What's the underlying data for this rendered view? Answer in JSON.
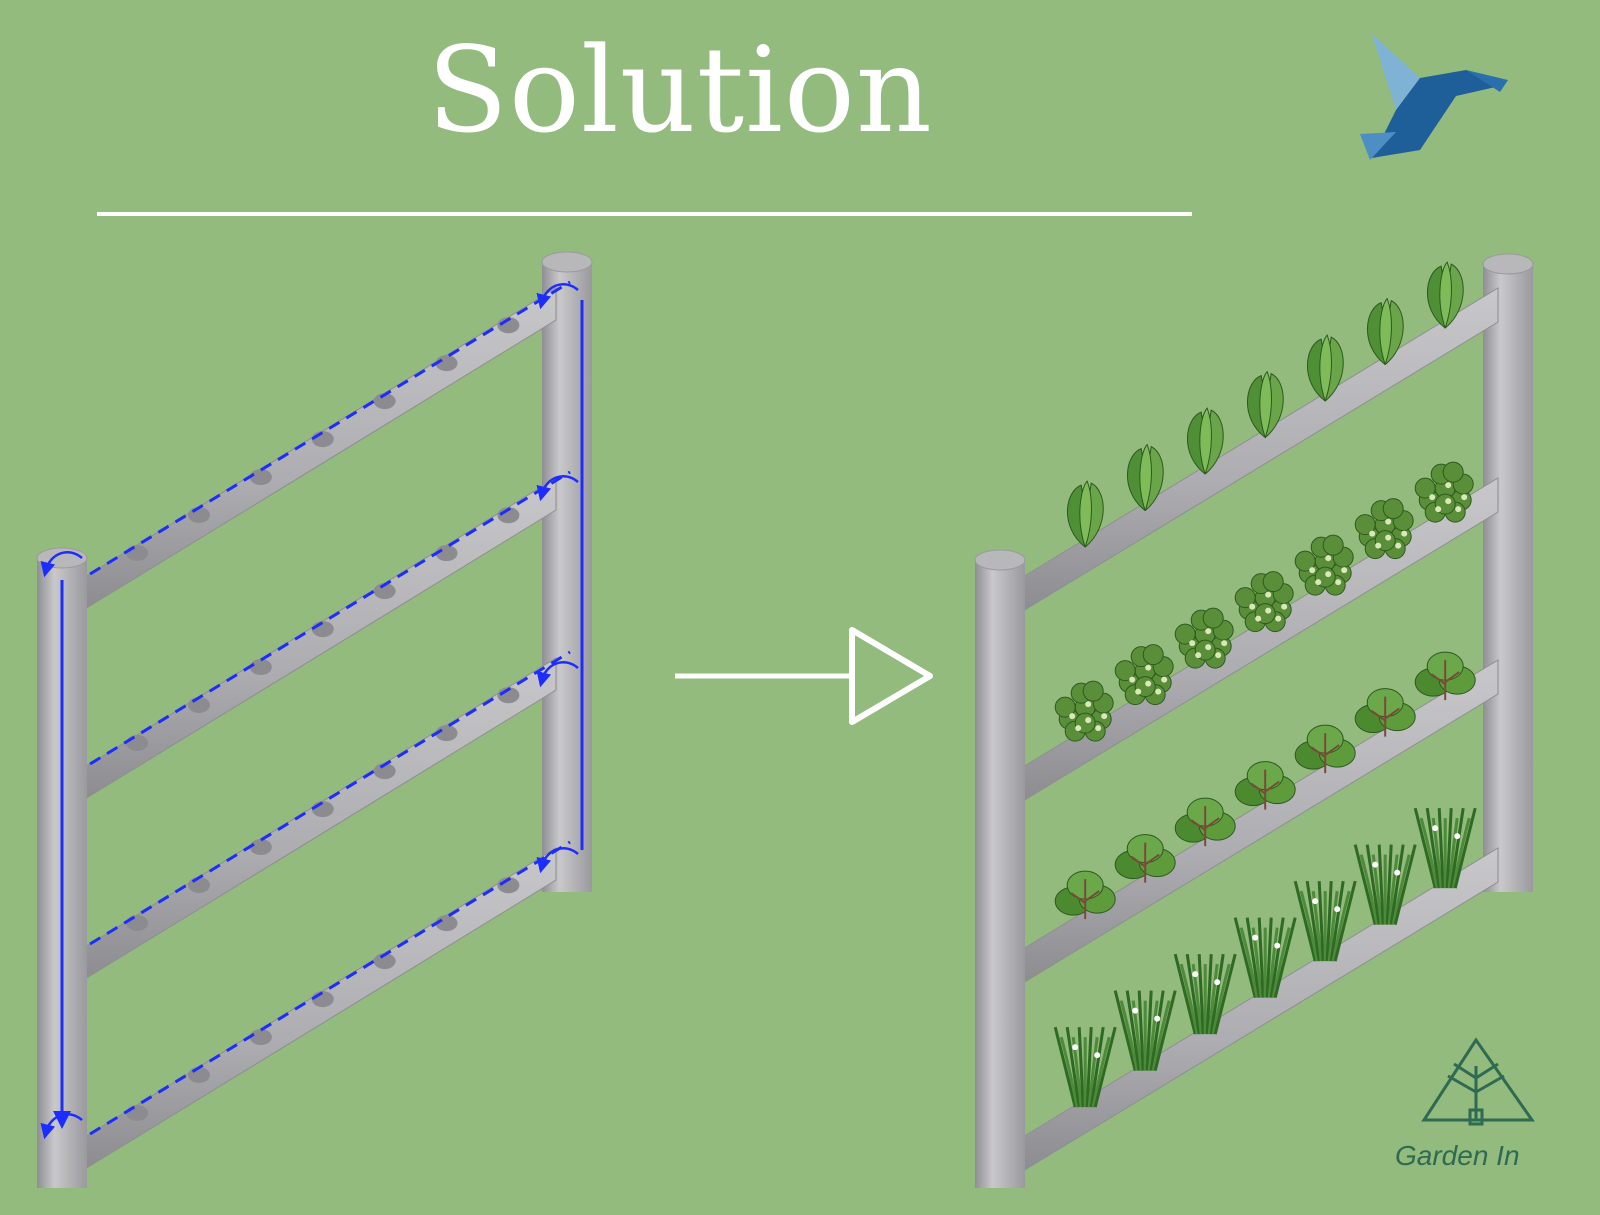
{
  "slide": {
    "title": "Solution",
    "background_color": "#92bb7d",
    "accent_color": "#ffffff"
  },
  "diagram": {
    "left_panel": {
      "subject": "empty vertical hydroponic pipe rack",
      "rows": 4,
      "holes_per_row": 7,
      "flow_color": "#1d2cff",
      "flow_style": "dashed-with-arrows"
    },
    "transition_arrow": {
      "direction": "right",
      "icon": "hollow-triangle-arrow-icon"
    },
    "right_panel": {
      "subject": "planted vertical hydroponic pipe rack",
      "rows": 4,
      "plants_per_row": 7,
      "row_plants": [
        {
          "row": 1,
          "plant_icon": "romaine-lettuce-icon",
          "color": "#4f8f35"
        },
        {
          "row": 2,
          "plant_icon": "herb-bush-icon",
          "color": "#5a8e38"
        },
        {
          "row": 3,
          "plant_icon": "leafy-cabbage-icon",
          "color": "#4c8a2f"
        },
        {
          "row": 4,
          "plant_icon": "tall-grass-chives-icon",
          "color": "#2f6a25"
        }
      ]
    }
  },
  "logos": {
    "bird_logo": {
      "icon": "origami-bird-icon",
      "colors": [
        "#7fb3d6",
        "#1f5f99"
      ]
    },
    "brand": {
      "label": "Garden In",
      "icon": "tree-triangle-icon",
      "color": "#2f6a52"
    }
  }
}
